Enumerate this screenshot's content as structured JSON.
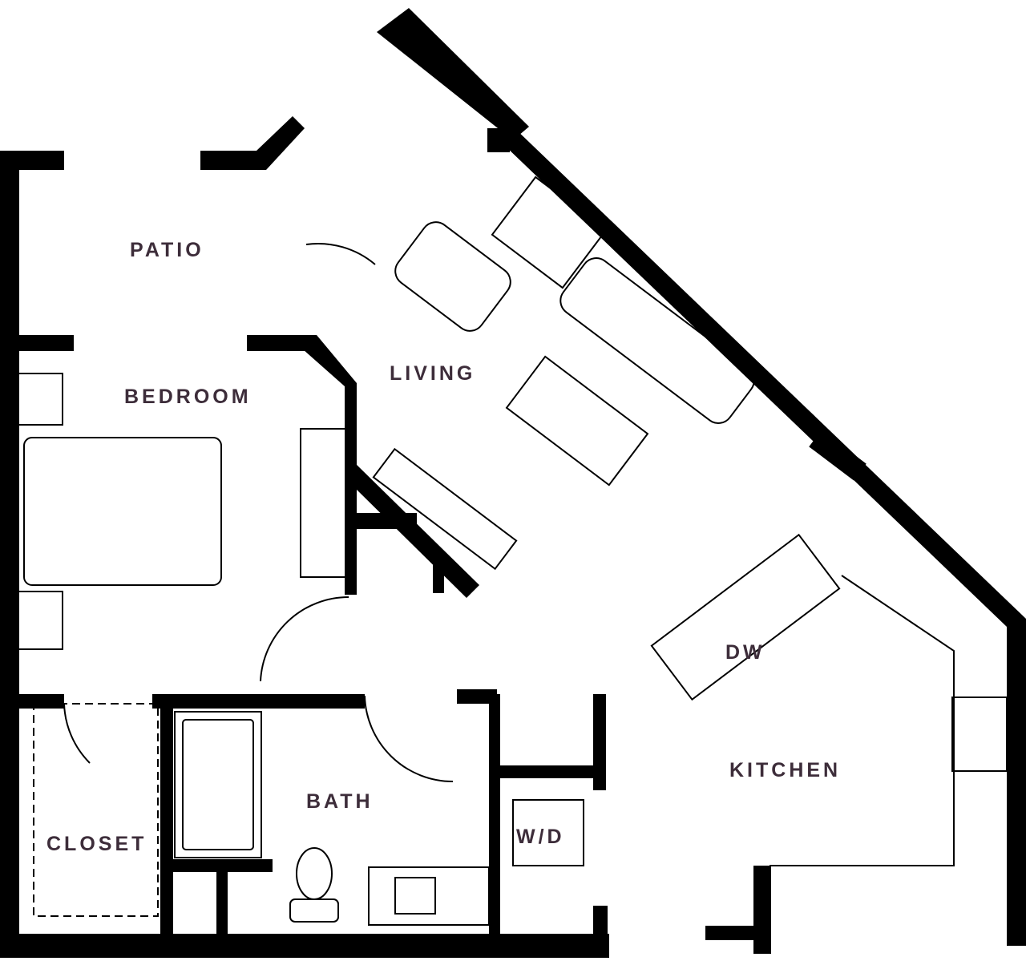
{
  "floorplan": {
    "label_color": "#3d2d3a",
    "wall_color": "#000000",
    "rooms": [
      {
        "id": "patio",
        "label": "PATIO"
      },
      {
        "id": "living",
        "label": "LIVING"
      },
      {
        "id": "bedroom",
        "label": "BEDROOM"
      },
      {
        "id": "kitchen",
        "label": "KITCHEN"
      },
      {
        "id": "bath",
        "label": "BATH"
      },
      {
        "id": "closet",
        "label": "CLOSET"
      },
      {
        "id": "laundry",
        "label": "W/D"
      },
      {
        "id": "dishwasher",
        "label": "DW"
      }
    ]
  }
}
